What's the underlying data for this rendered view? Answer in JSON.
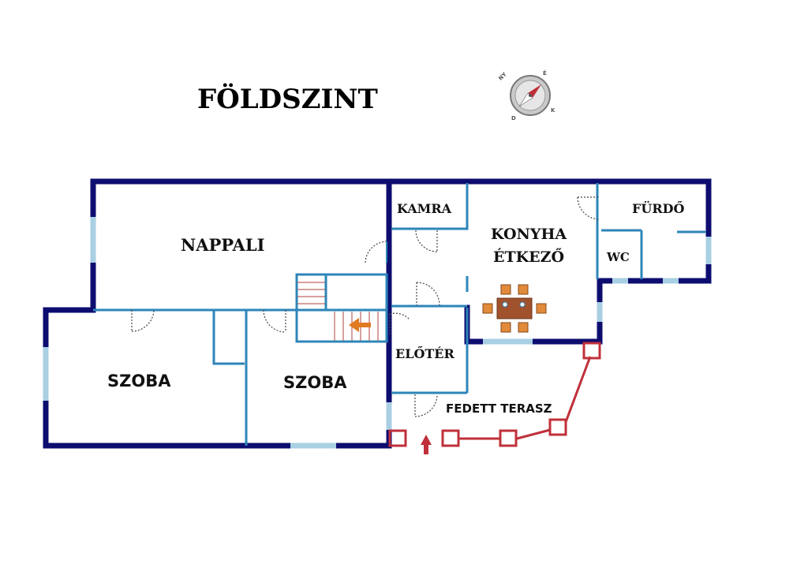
{
  "title": "FÖLDSZINT",
  "compass": {
    "icon": "compass-icon",
    "labels": {
      "northwest": "NY",
      "east": "É",
      "southeast": "K",
      "south": "D"
    }
  },
  "rooms": {
    "nappali": "NAPPALI",
    "kamra": "KAMRA",
    "konyha_line1": "KONYHA",
    "konyha_line2": "ÉTKEZŐ",
    "furdo": "FÜRDŐ",
    "wc": "WC",
    "eloter": "ELŐTÉR",
    "szoba_left": "SZOBA",
    "szoba_right": "SZOBA",
    "terasz": "FEDETT TERASZ"
  },
  "colors": {
    "outer_wall": "#0d0d70",
    "inner_wall": "#2e86b8",
    "window": "#a9cfe3",
    "terrace": "#c0303a",
    "entrance_arrow": "#c0303a",
    "stair_arrow": "#e07a20",
    "table": "#a0522d",
    "chair": "#e08a3a"
  }
}
